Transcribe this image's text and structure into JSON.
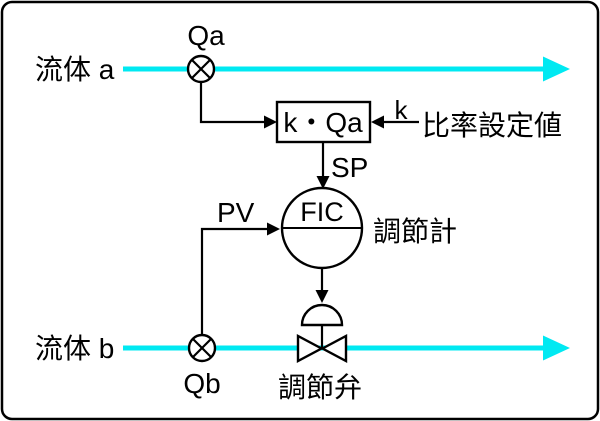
{
  "diagram": {
    "labels": {
      "fluid_a": "流体 a",
      "fluid_b": "流体 b",
      "qa": "Qa",
      "qb": "Qb",
      "kqa": "k・Qa",
      "k": "k",
      "ratio_setpoint": "比率設定値",
      "sp": "SP",
      "pv": "PV",
      "fic": "FIC",
      "controller": "調節計",
      "control_valve": "調節弁"
    },
    "colors": {
      "flow_line": "#00e9f2",
      "signal_line": "#000000",
      "background": "#ffffff",
      "frame": "#000000"
    },
    "symbols": {
      "flow_sensor": "circle-x-icon",
      "controller": "fic-circle-icon",
      "multiplier": "kqa-box",
      "valve_body": "bowtie-valve-icon",
      "valve_actuator": "dome-actuator-icon"
    }
  }
}
